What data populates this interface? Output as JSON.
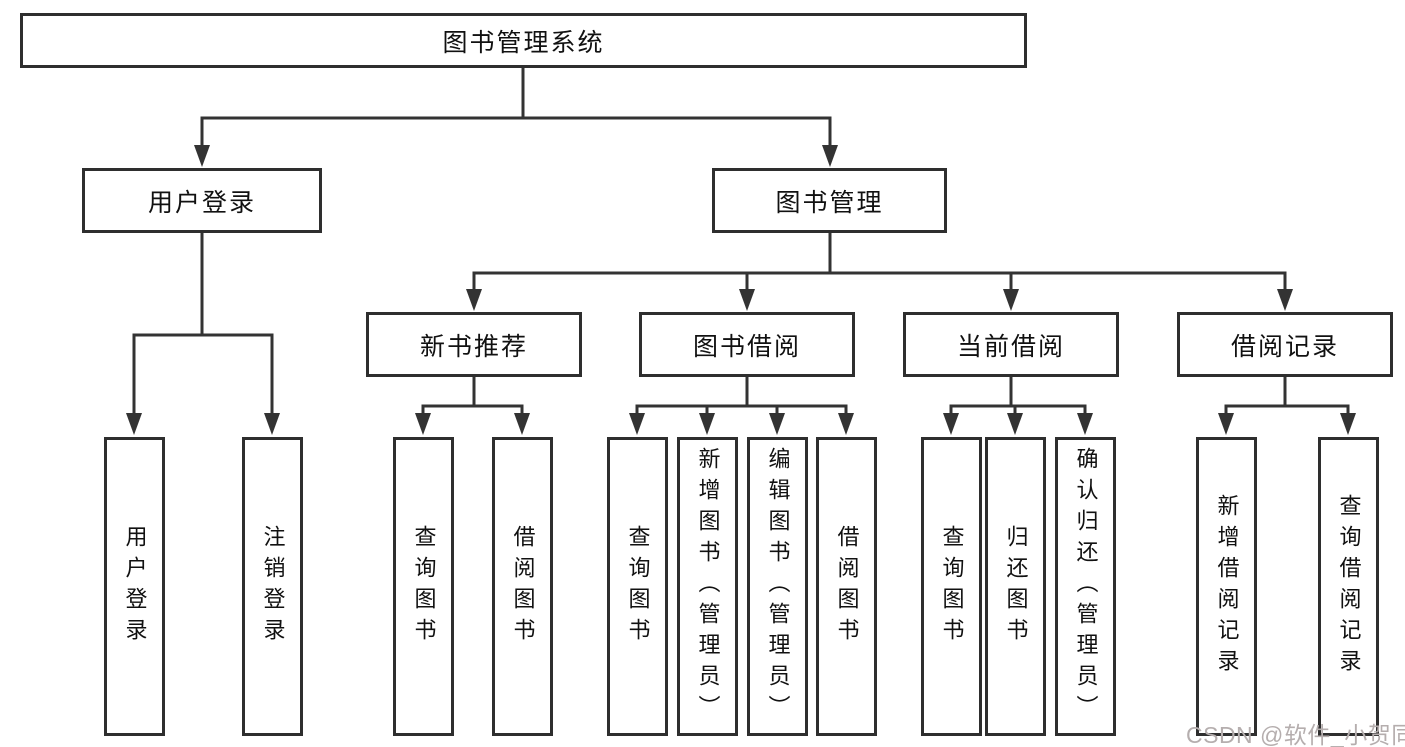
{
  "tree": {
    "label": "图书管理系统",
    "children": [
      {
        "label": "用户登录",
        "children": [
          {
            "label": "用户登录"
          },
          {
            "label": "注销登录"
          }
        ]
      },
      {
        "label": "图书管理",
        "children": [
          {
            "label": "新书推荐",
            "children": [
              {
                "label": "查询图书"
              },
              {
                "label": "借阅图书"
              }
            ]
          },
          {
            "label": "图书借阅",
            "children": [
              {
                "label": "查询图书"
              },
              {
                "label": "新增图书（管理员）"
              },
              {
                "label": "编辑图书（管理员）"
              },
              {
                "label": "借阅图书"
              }
            ]
          },
          {
            "label": "当前借阅",
            "children": [
              {
                "label": "查询图书"
              },
              {
                "label": "归还图书"
              },
              {
                "label": "确认归还（管理员）"
              }
            ]
          },
          {
            "label": "借阅记录",
            "children": [
              {
                "label": "新增借阅记录"
              },
              {
                "label": "查询借阅记录"
              }
            ]
          }
        ]
      }
    ]
  },
  "watermark": {
    "text": "CSDN @软件_小贺同学"
  },
  "colors": {
    "line": "#333333",
    "box_border": "#2e2e2e",
    "text": "#111111",
    "watermark": "#b5aeae",
    "background": "#ffffff"
  }
}
